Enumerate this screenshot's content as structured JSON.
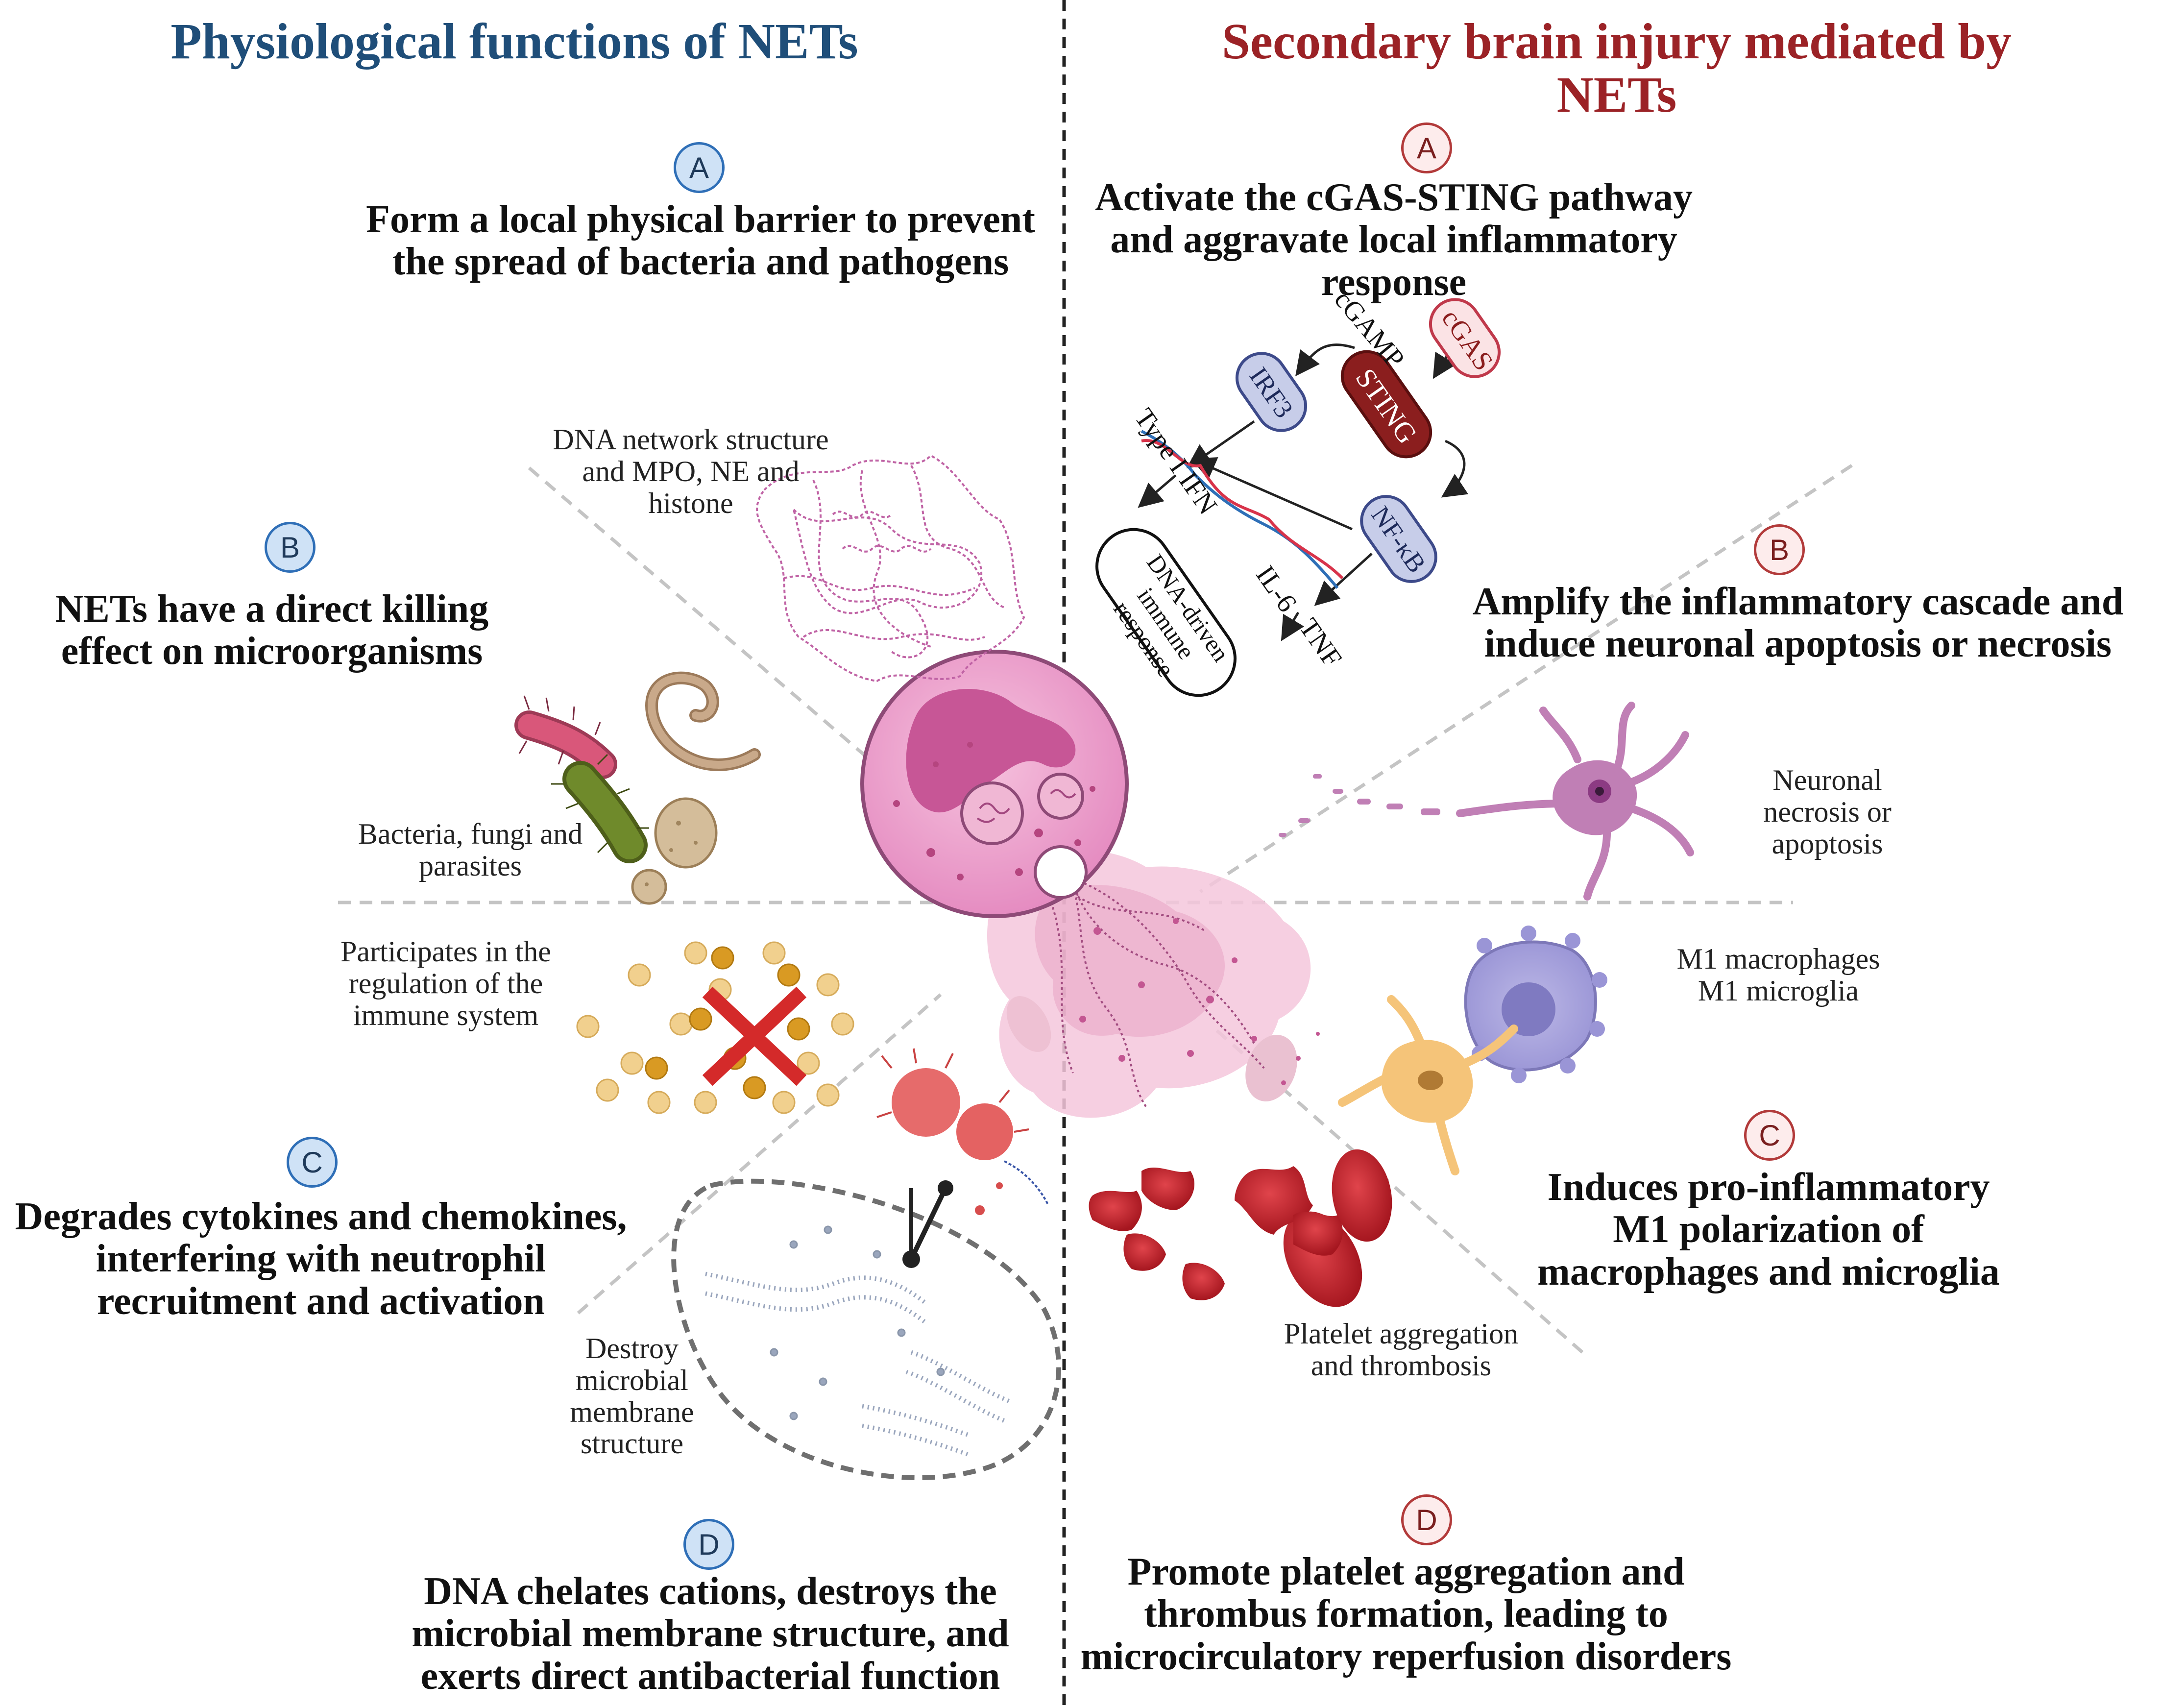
{
  "left_panel": {
    "title": "Physiological functions of NETs",
    "sections": [
      {
        "badge": "A",
        "heading": "Form a local physical barrier to prevent the spread of bacteria and pathogens",
        "caption": "DNA network structure and MPO, NE and histone"
      },
      {
        "badge": "B",
        "heading": "NETs have a direct killing effect on microorganisms",
        "caption": "Bacteria, fungi and parasites"
      },
      {
        "badge": "C",
        "heading": "Degrades cytokines and chemokines, interfering with neutrophil recruitment and activation",
        "caption": "Participates in the regulation of the immune system"
      },
      {
        "badge": "D",
        "heading": "DNA chelates cations, destroys the microbial membrane structure, and exerts direct antibacterial function",
        "caption": "Destroy microbial membrane structure"
      }
    ]
  },
  "right_panel": {
    "title": "Secondary brain injury mediated by NETs",
    "sections": [
      {
        "badge": "A",
        "heading": "Activate the cGAS-STING pathway and aggravate local inflammatory response"
      },
      {
        "badge": "B",
        "heading": "Amplify the inflammatory cascade and induce neuronal apoptosis or necrosis",
        "caption": "Neuronal necrosis or apoptosis"
      },
      {
        "badge": "C",
        "heading": "Induces pro-inflammatory M1 polarization of macrophages and microglia",
        "caption": "M1 macrophages M1 microglia"
      },
      {
        "badge": "D",
        "heading": "Promote platelet aggregation and thrombus formation, leading to microcirculatory reperfusion disorders",
        "caption": "Platelet aggregation and thrombosis"
      }
    ],
    "pathway": {
      "cgas": "cGAS",
      "cgamp": "cGAMP",
      "sting": "STING",
      "irf3": "IRF3",
      "nfkb": "NF-κB",
      "type_ifn": "Type I IFN",
      "il6": "IL-6",
      "tnf": "TNF",
      "response": "DNA-driven immune response"
    }
  },
  "colors": {
    "left_title": "#1f4e79",
    "right_title": "#9b2226",
    "net_pink": "#d46fb0",
    "sting": "#8b1e1e",
    "irf3": "#c7cde9",
    "platelet_red": "#c0202a"
  }
}
